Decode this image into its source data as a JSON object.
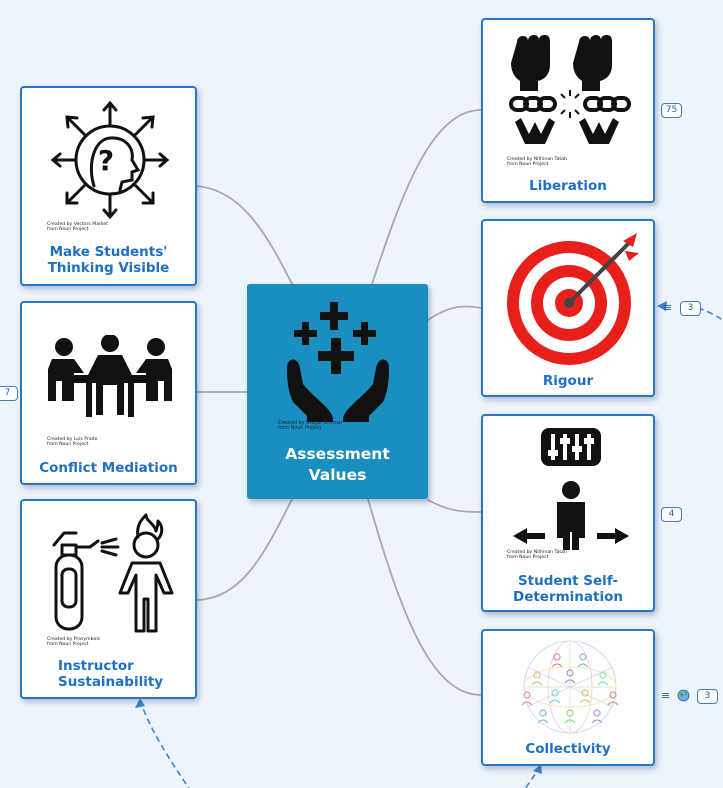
{
  "central": {
    "title_line1": "Assessment",
    "title_line2": "Values",
    "credit": "Created by Gregor Cresnar\nfrom Noun Project",
    "icon": "hands-with-plus-signs-icon"
  },
  "nodes": {
    "make_visible": {
      "label_line1": "Make Students'",
      "label_line2": "Thinking Visible",
      "credit": "Created by Vectors Market\nfrom Noun Project",
      "icon": "head-question-mark-arrows-icon"
    },
    "conflict": {
      "label": "Conflict Mediation",
      "credit": "Created by Luis Prado\nfrom Noun Project",
      "icon": "people-at-table-icon"
    },
    "instructor": {
      "label_line1": "Instructor",
      "label_line2": "Sustainability",
      "credit": "Created by Prosymbols\nfrom Noun Project",
      "icon": "fire-extinguisher-person-icon"
    },
    "liberation": {
      "label": "Liberation",
      "credit": "Created by Nithinan Tatah\nfrom Noun Project",
      "icon": "broken-chain-fists-icon"
    },
    "rigour": {
      "label": "Rigour",
      "icon": "target-arrow-icon"
    },
    "self_determination": {
      "label_line1": "Student Self-",
      "label_line2": "Determination",
      "credit": "Created by Nithinan Tatah\nfrom Noun Project",
      "icon": "person-choosing-direction-icon"
    },
    "collectivity": {
      "label": "Collectivity",
      "icon": "people-network-globe-icon"
    }
  },
  "badges": {
    "liberation": "75",
    "rigour": "3",
    "self_determination": "4",
    "collectivity": "3",
    "conflict": "7"
  },
  "colors": {
    "background": "#eef4fb",
    "node_border": "#2a76c6",
    "label_text": "#1f6fc2",
    "central_fill": "#1a8fbf",
    "connector": "#a9a9a9",
    "dashed_relation": "#3a84d0",
    "target_red": "#e8201c"
  }
}
